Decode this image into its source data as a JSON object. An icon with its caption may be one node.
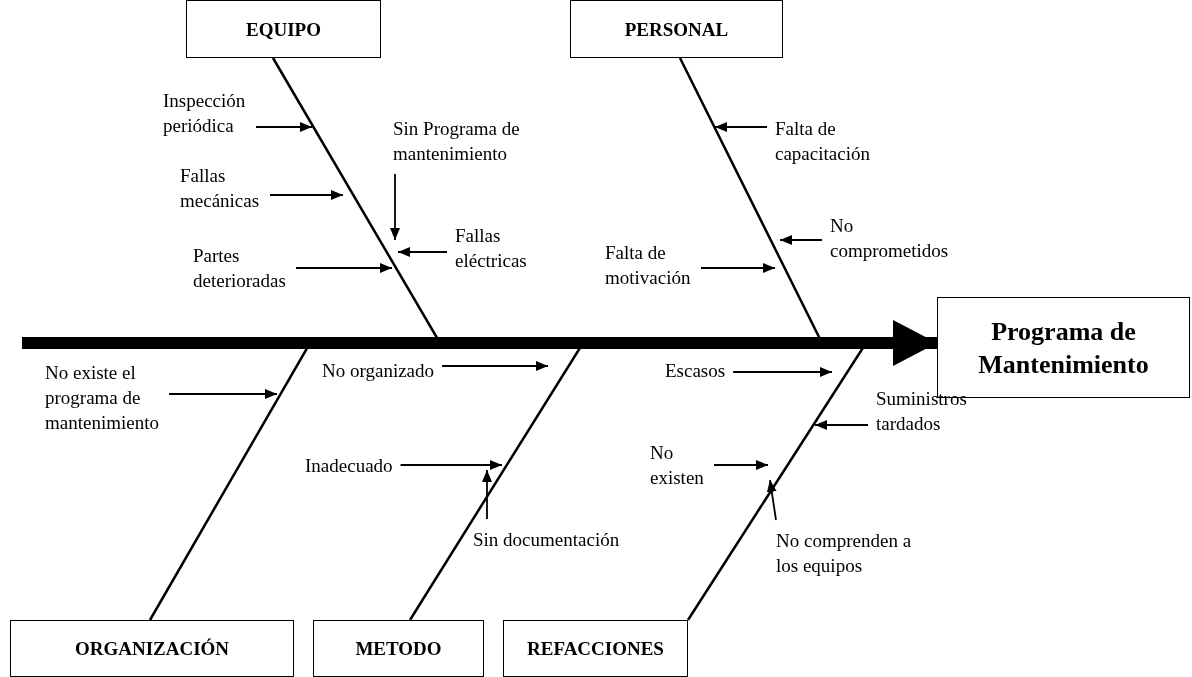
{
  "diagram": {
    "nodes": [
      {
        "text": [
          "EQUIPO"
        ]
      },
      {
        "text": [
          "PERSONAL"
        ]
      },
      {
        "text": [
          "Inspección periódica"
        ]
      },
      {
        "text": [
          "Sin Programa de mantenimiento"
        ]
      },
      {
        "text": [
          "Falta de capacitación"
        ]
      },
      {
        "text": [
          "Fallas mecánicas"
        ]
      },
      {
        "text": [
          "Fallas eléctricas"
        ]
      },
      {
        "text": [
          "No comprometidos"
        ]
      },
      {
        "text": [
          "Partes deterioradas"
        ]
      },
      {
        "text": [
          "Falta de motivación"
        ]
      },
      {
        "text": [
          "Programa de Mantenimiento"
        ]
      },
      {
        "text": [
          "No existe el programa de mantenimiento"
        ]
      },
      {
        "text": [
          "No organizado"
        ]
      },
      {
        "text": [
          "Escasos"
        ]
      },
      {
        "text": [
          "Suministros tardados"
        ]
      },
      {
        "text": [
          "Inadecuado"
        ]
      },
      {
        "text": [
          "No existen"
        ]
      },
      {
        "text": [
          "Sin documentación"
        ]
      },
      {
        "text": [
          "No comprenden a los equipos"
        ]
      },
      {
        "text": [
          "ORGANIZACIÓN"
        ]
      },
      {
        "text": [
          "METODO"
        ]
      },
      {
        "text": [
          "REFACCIONES"
        ]
      }
    ],
    "edges": [
      {
        "from": null,
        "to": 10,
        "arrow": "to",
        "style": "thick"
      },
      {
        "from": 0,
        "to": 10,
        "arrow": "none"
      },
      {
        "from": 1,
        "to": 10,
        "arrow": "none"
      },
      {
        "from": 19,
        "to": 10,
        "arrow": "none"
      },
      {
        "from": 20,
        "to": 10,
        "arrow": "none"
      },
      {
        "from": 21,
        "to": 10,
        "arrow": "none"
      },
      {
        "from": 2,
        "to": null,
        "arrow": "to"
      },
      {
        "from": 3,
        "to": null,
        "arrow": "to"
      },
      {
        "from": 4,
        "to": null,
        "arrow": "to"
      },
      {
        "from": 5,
        "to": null,
        "arrow": "to"
      },
      {
        "from": 6,
        "to": null,
        "arrow": "to"
      },
      {
        "from": 7,
        "to": null,
        "arrow": "to"
      },
      {
        "from": 8,
        "to": null,
        "arrow": "to"
      },
      {
        "from": 9,
        "to": null,
        "arrow": "to"
      },
      {
        "from": 11,
        "to": null,
        "arrow": "to"
      },
      {
        "from": 12,
        "to": null,
        "arrow": "to"
      },
      {
        "from": 13,
        "to": null,
        "arrow": "to"
      },
      {
        "from": 14,
        "to": null,
        "arrow": "to"
      },
      {
        "from": 15,
        "to": null,
        "arrow": "to"
      },
      {
        "from": 16,
        "to": null,
        "arrow": "to"
      },
      {
        "from": 17,
        "to": null,
        "arrow": "to"
      },
      {
        "from": 18,
        "to": null,
        "arrow": "to"
      }
    ]
  }
}
